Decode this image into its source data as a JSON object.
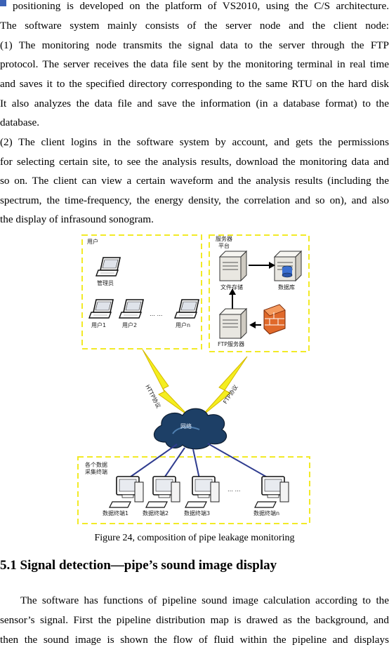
{
  "paragraph_top": {
    "lines": [
      "positioning is developed on the platform of VS2010, using the C/S architecture.",
      "The software system mainly consists of the server node and the client node:",
      "(1)      The monitoring node transmits the signal data to the server through the FTP",
      "protocol. The server receives the data file sent by the monitoring terminal in real time",
      "and saves it to the specified directory corresponding to the same RTU on the hard disk",
      "It also analyzes the data file and save the information (in a database format) to the",
      "database.",
      "(2)      The client logins in the software system by account, and gets the permissions",
      "for selecting certain site, to see the analysis results, download the monitoring data and",
      "so on. The client can view a certain waveform and the analysis results (including the",
      "spectrum, the time-frequency, the energy density, the correlation and so on), and also",
      "the display of infrasound sonogram."
    ]
  },
  "figure": {
    "users_group": "用户",
    "admin": "管理员",
    "user1": "用户1",
    "user2": "用户2",
    "usern": "用户n",
    "ellipsis": "… …",
    "server_group_1": "服务器",
    "server_group_2": "平台",
    "file_storage": "文件存储",
    "database": "数据库",
    "ftp_server": "FTP服务器",
    "http_protocol": "HTTP协议",
    "ftp_protocol": "FTP协议",
    "network": "网络",
    "terminals_group_1": "各个数据",
    "terminals_group_2": "采集终端",
    "terminal1": "数据终端1",
    "terminal2": "数据终端2",
    "terminal3": "数据终端3",
    "terminaln": "数据终端n",
    "caption": "Figure 24, composition of pipe leakage monitoring",
    "colors": {
      "dashed_border": "#f2ea26",
      "lightning": "#f4ee1f",
      "cloud": "#1d3f66",
      "firewall": "#e0692a",
      "link": "#2f3c8f"
    }
  },
  "section_heading": "5.1 Signal detection—pipe’s sound image display",
  "paragraph_bottom": {
    "lines": [
      "    The software has functions of pipeline sound image calculation according to the",
      "sensor’s signal. First the pipeline distribution map is drawed as the background, and",
      "then the sound image is shown the flow of fluid within the pipeline and displays"
    ]
  }
}
